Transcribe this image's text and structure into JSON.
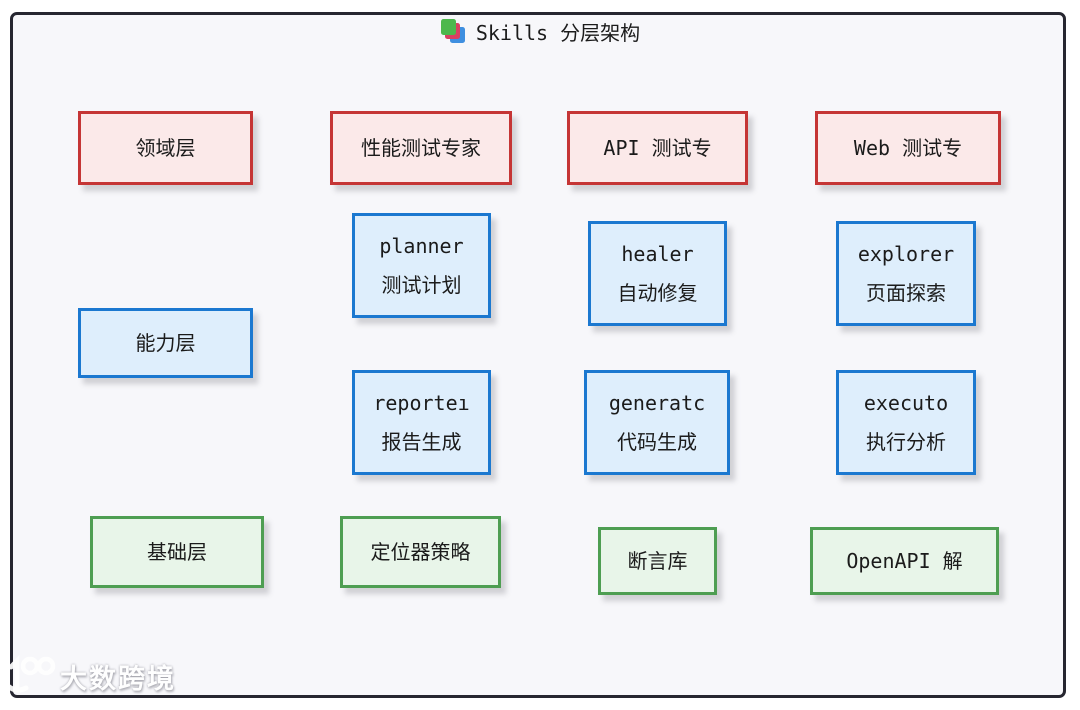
{
  "title": {
    "text": "Skills 分层架构",
    "icon": "layers-icon",
    "icon_colors": {
      "green": "#4db84d",
      "red": "#d94062",
      "blue": "#3f8fe0"
    }
  },
  "colors": {
    "red_border": "#c53535",
    "red_fill": "#fbe9e9",
    "blue_border": "#1b78d0",
    "blue_fill": "#deeefc",
    "green_border": "#4e9e52",
    "green_fill": "#e8f5e9",
    "frame_border": "#262630",
    "canvas_bg": "#f7f7fa"
  },
  "diagram": {
    "nodes": [
      {
        "id": "domain-layer",
        "type": "red",
        "label": "领域层"
      },
      {
        "id": "perf-expert",
        "type": "red",
        "label": "性能测试专家"
      },
      {
        "id": "api-expert",
        "type": "red",
        "label": "API 测试专"
      },
      {
        "id": "web-expert",
        "type": "red",
        "label": "Web 测试专"
      },
      {
        "id": "planner",
        "type": "blue",
        "line1": "planner",
        "line2": "测试计划"
      },
      {
        "id": "healer",
        "type": "blue",
        "line1": "healer",
        "line2": "自动修复"
      },
      {
        "id": "explorer",
        "type": "blue",
        "line1": "explorer",
        "line2": "页面探索"
      },
      {
        "id": "capability-layer",
        "type": "blue",
        "label": "能力层"
      },
      {
        "id": "reporter",
        "type": "blue",
        "line1": "reporteı",
        "line2": "报告生成"
      },
      {
        "id": "generator",
        "type": "blue",
        "line1": "generatc",
        "line2": "代码生成"
      },
      {
        "id": "executor",
        "type": "blue",
        "line1": "executo",
        "line2": "执行分析"
      },
      {
        "id": "foundation-layer",
        "type": "green",
        "label": "基础层"
      },
      {
        "id": "locator-strategy",
        "type": "green",
        "label": "定位器策略"
      },
      {
        "id": "assertion-lib",
        "type": "green",
        "label": "断言库"
      },
      {
        "id": "openapi-parser",
        "type": "green",
        "label": "OpenAPI 解"
      }
    ]
  },
  "watermark": {
    "logo": "100-logo",
    "text": "大数跨境"
  }
}
